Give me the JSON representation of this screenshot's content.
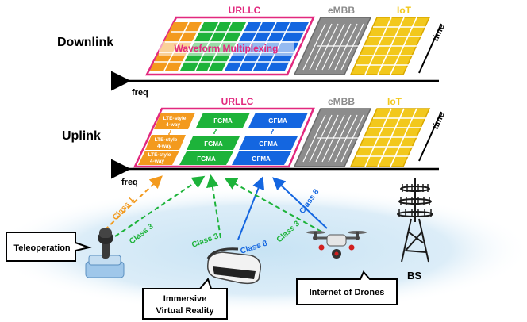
{
  "downlink": {
    "title": "Downlink",
    "urllc_label": "URLLC",
    "embb_label": "eMBB",
    "iot_label": "IoT",
    "waveform_label": "Waveform Multiplexing",
    "freq_label": "freq",
    "time_label": "time"
  },
  "uplink": {
    "title": "Uplink",
    "urllc_label": "URLLC",
    "embb_label": "eMBB",
    "iot_label": "IoT",
    "lte_label_line1": "LTE-style",
    "lte_label_line2": "4-way",
    "fgma_label": "FGMA",
    "gfma_label": "GFMA",
    "freq_label": "freq",
    "time_label": "time"
  },
  "classes": {
    "class1": "Class 1",
    "class3": "Class 3",
    "class8": "Class 8"
  },
  "devices": {
    "teleoperation": "Teleoperation",
    "vr_line1": "Immersive",
    "vr_line2": "Virtual Reality",
    "drones": "Internet of Drones",
    "bs": "BS"
  },
  "colors": {
    "urllc_border": "#e2297f",
    "orange": "#f39a1e",
    "green": "#1db33a",
    "blue": "#1466e0",
    "embb_gray": "#8c8c8c",
    "iot_yellow": "#f2c81c",
    "ground": "#d6ecf7"
  }
}
